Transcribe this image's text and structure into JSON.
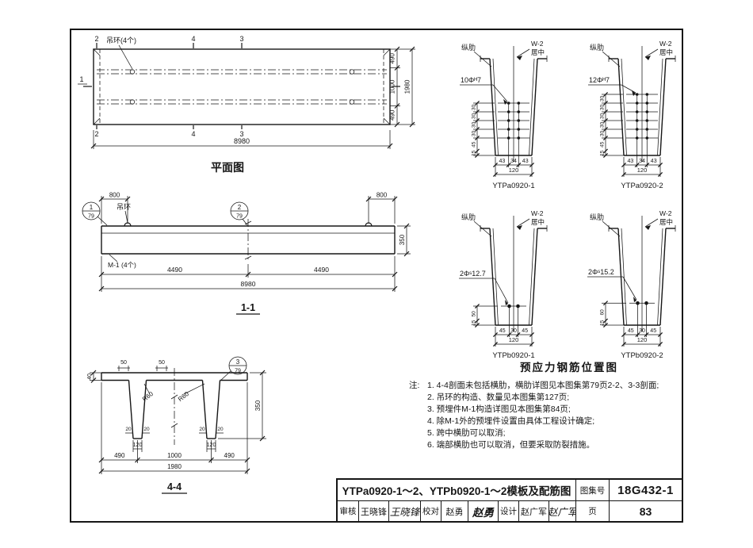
{
  "plan": {
    "caption": "平面图",
    "hooks_label": "吊环(4个)",
    "dim_total_bottom": "8980",
    "dims_right": [
      "490",
      "1000",
      "490"
    ],
    "dim_right_total": "1980",
    "marks": {
      "m1": "1",
      "m2": "2",
      "m3": "3",
      "m4": "4"
    }
  },
  "sec11": {
    "caption": "1-1",
    "hook_label": "吊环",
    "m1_label": "M-1 (4个)",
    "dim_hook_left": "800",
    "dim_hook_right": "800",
    "dim_half_left": "4490",
    "dim_half_right": "4490",
    "dim_total": "8980",
    "dim_depth": "350",
    "callout1": {
      "num": "1",
      "sheet": "79"
    },
    "callout2": {
      "num": "2",
      "sheet": "79"
    }
  },
  "sec44": {
    "caption": "4-4",
    "dim_edge": "40",
    "dim_50_left": "50",
    "dim_50_right": "50",
    "radius_left": "R60",
    "radius_right": "R60",
    "dim_taper": "20",
    "dim_rib_width": "120",
    "dims_bottom": [
      "490",
      "1000",
      "490"
    ],
    "dim_total": "1980",
    "dim_depth": "350",
    "callout3": {
      "num": "3",
      "sheet": "79"
    }
  },
  "details": {
    "caption": "预应力钢筋位置图",
    "rib_label": "纵肋",
    "w2_label": "W-2",
    "centered_label": "居中",
    "a1": {
      "name": "YTPa0920-1",
      "bars": "10Φᴴ7",
      "side_dims": [
        "30",
        "30",
        "30",
        "30",
        "45",
        "15"
      ],
      "bottom_dims": [
        "43",
        "34",
        "43"
      ],
      "bottom_total": "120"
    },
    "a2": {
      "name": "YTPa0920-2",
      "bars": "12Φᴴ7",
      "side_dims": [
        "30",
        "30",
        "30",
        "30",
        "30",
        "45",
        "15"
      ],
      "bottom_dims": [
        "43",
        "34",
        "43"
      ],
      "bottom_total": "120"
    },
    "b1": {
      "name": "YTPb0920-1",
      "bars": "2Φˢ12.7",
      "side_dims": [
        "50",
        "15"
      ],
      "bottom_dims": [
        "45",
        "30",
        "45"
      ],
      "bottom_total": "120"
    },
    "b2": {
      "name": "YTPb0920-2",
      "bars": "2Φˢ15.2",
      "side_dims": [
        "60",
        "15"
      ],
      "bottom_dims": [
        "45",
        "30",
        "45"
      ],
      "bottom_total": "120"
    }
  },
  "notes": {
    "label": "注:",
    "lines": [
      "1. 4-4剖面未包括横肋，横肋详图见本图集第79页2-2、3-3剖面;",
      "2. 吊环的构造、数量见本图集第127页;",
      "3. 预埋件M-1构造详图见本图集第84页;",
      "4. 除M-1外的预埋件设置由具体工程设计确定;",
      "5. 跨中横肋可以取消;",
      "6. 端部横肋也可以取消，但要采取防裂措施。"
    ]
  },
  "titleblock": {
    "title": "YTPa0920-1～2、YTPb0920-1～2模板及配筋图",
    "atlas_label": "图集号",
    "atlas_no": "18G432-1",
    "page_label": "页",
    "page_no": "83",
    "review_label": "审核",
    "reviewer": "王晓锋",
    "reviewer_sig": "王晓锋",
    "check_label": "校对",
    "checker": "赵勇",
    "checker_sig": "赵勇",
    "design_label": "设计",
    "designer": "赵广军",
    "designer_sig": "赵广军"
  }
}
